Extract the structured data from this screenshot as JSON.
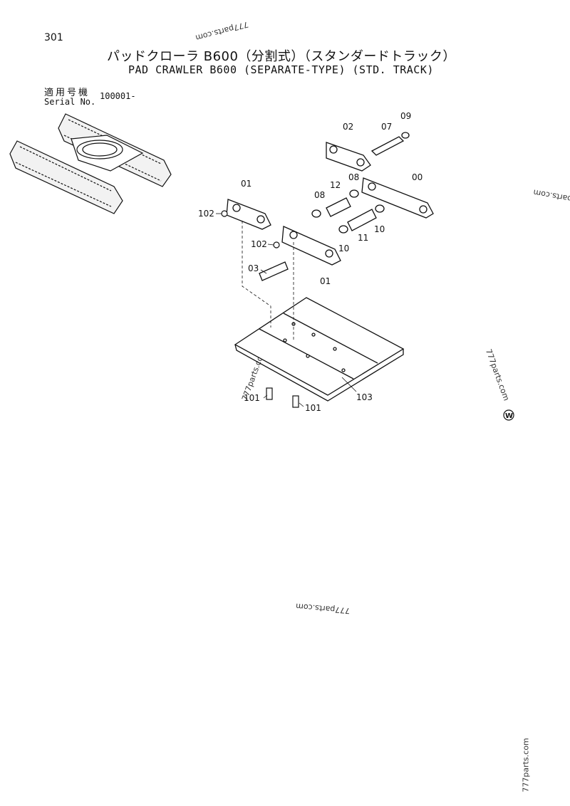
{
  "header": {
    "page_number": "301",
    "title_jp": "パッドクローラ B600（分割式）（スタンダードトラック）",
    "title_en": "PAD CRAWLER B600 (SEPARATE-TYPE) (STD. TRACK)"
  },
  "serial": {
    "label_jp": "適用号機",
    "label_en": "Serial No.",
    "value": "100001-"
  },
  "parts": {
    "p00": "00",
    "p01a": "01",
    "p01b": "01",
    "p02": "02",
    "p03": "03",
    "p07": "07",
    "p08a": "08",
    "p08b": "08",
    "p09": "09",
    "p10a": "10",
    "p10b": "10",
    "p11": "11",
    "p12": "12",
    "p101a": "101",
    "p101b": "101",
    "p102a": "102",
    "p102b": "102",
    "p103": "103"
  },
  "watermark": "777parts.com",
  "maker_mark": "W"
}
